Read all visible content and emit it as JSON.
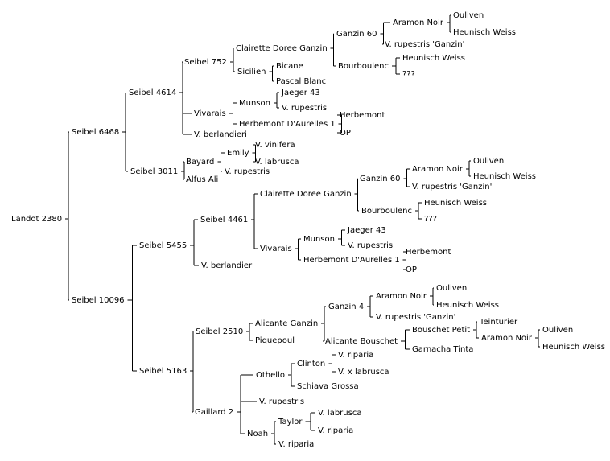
{
  "tree": {
    "label": "Landot 2380",
    "children": [
      {
        "label": "Seibel 6468",
        "children": [
          {
            "label": "Seibel 4614",
            "children": [
              {
                "label": "Seibel 752",
                "children": [
                  {
                    "label": "Clairette Doree Ganzin",
                    "children": [
                      {
                        "label": "Ganzin 60",
                        "children": [
                          {
                            "label": "Aramon Noir",
                            "children": [
                              {
                                "label": "Ouliven"
                              },
                              {
                                "label": "Heunisch Weiss"
                              }
                            ]
                          },
                          {
                            "label": "V. rupestris 'Ganzin'"
                          }
                        ]
                      },
                      {
                        "label": "Bourboulenc",
                        "children": [
                          {
                            "label": "Heunisch Weiss"
                          },
                          {
                            "label": "???"
                          }
                        ]
                      }
                    ]
                  },
                  {
                    "label": "Sicilien",
                    "children": [
                      {
                        "label": "Bicane"
                      },
                      {
                        "label": "Pascal Blanc"
                      }
                    ]
                  }
                ]
              },
              {
                "label": "Vivarais",
                "children": [
                  {
                    "label": "Munson",
                    "children": [
                      {
                        "label": "Jaeger 43"
                      },
                      {
                        "label": "V. rupestris"
                      }
                    ]
                  },
                  {
                    "label": "Herbemont D'Aurelles 1",
                    "children": [
                      {
                        "label": "Herbemont"
                      },
                      {
                        "label": "OP"
                      }
                    ]
                  }
                ]
              },
              {
                "label": "V. berlandieri"
              }
            ]
          },
          {
            "label": "Seibel 3011",
            "children": [
              {
                "label": "Bayard",
                "children": [
                  {
                    "label": "Emily",
                    "children": [
                      {
                        "label": "V. vinifera"
                      },
                      {
                        "label": "V. labrusca"
                      }
                    ]
                  },
                  {
                    "label": "V. rupestris"
                  }
                ]
              },
              {
                "label": "Alfus Ali"
              }
            ]
          }
        ]
      },
      {
        "label": "Seibel 10096",
        "children": [
          {
            "label": "Seibel 5455",
            "children": [
              {
                "label": "Seibel 4461",
                "children": [
                  {
                    "label": "Clairette Doree Ganzin",
                    "children": [
                      {
                        "label": "Ganzin 60",
                        "children": [
                          {
                            "label": "Aramon Noir",
                            "children": [
                              {
                                "label": "Ouliven"
                              },
                              {
                                "label": "Heunisch Weiss"
                              }
                            ]
                          },
                          {
                            "label": "V. rupestris 'Ganzin'"
                          }
                        ]
                      },
                      {
                        "label": "Bourboulenc",
                        "children": [
                          {
                            "label": "Heunisch Weiss"
                          },
                          {
                            "label": "???"
                          }
                        ]
                      }
                    ]
                  },
                  {
                    "label": "Vivarais",
                    "children": [
                      {
                        "label": "Munson",
                        "children": [
                          {
                            "label": "Jaeger 43"
                          },
                          {
                            "label": "V. rupestris"
                          }
                        ]
                      },
                      {
                        "label": "Herbemont D'Aurelles 1",
                        "children": [
                          {
                            "label": "Herbemont"
                          },
                          {
                            "label": "OP"
                          }
                        ]
                      }
                    ]
                  }
                ]
              },
              {
                "label": "V. berlandieri"
              }
            ]
          },
          {
            "label": "Seibel 5163",
            "children": [
              {
                "label": "Seibel 2510",
                "children": [
                  {
                    "label": "Alicante Ganzin",
                    "children": [
                      {
                        "label": "Ganzin 4",
                        "children": [
                          {
                            "label": "Aramon Noir",
                            "children": [
                              {
                                "label": "Ouliven"
                              },
                              {
                                "label": "Heunisch Weiss"
                              }
                            ]
                          },
                          {
                            "label": "V. rupestris 'Ganzin'"
                          }
                        ]
                      },
                      {
                        "label": "Alicante Bouschet",
                        "children": [
                          {
                            "label": "Bouschet Petit",
                            "children": [
                              {
                                "label": "Teinturier"
                              },
                              {
                                "label": "Aramon Noir",
                                "children": [
                                  {
                                    "label": "Ouliven"
                                  },
                                  {
                                    "label": "Heunisch Weiss"
                                  }
                                ]
                              }
                            ]
                          },
                          {
                            "label": "Garnacha Tinta"
                          }
                        ]
                      }
                    ]
                  },
                  {
                    "label": "Piquepoul"
                  }
                ]
              },
              {
                "label": "Gaillard 2",
                "children": [
                  {
                    "label": "Othello",
                    "children": [
                      {
                        "label": "Clinton",
                        "children": [
                          {
                            "label": "V. riparia"
                          },
                          {
                            "label": "V. x labrusca"
                          }
                        ]
                      },
                      {
                        "label": "Schiava Grossa"
                      }
                    ]
                  },
                  {
                    "label": "V. rupestris"
                  },
                  {
                    "label": "Noah",
                    "children": [
                      {
                        "label": "Taylor",
                        "children": [
                          {
                            "label": "V. labrusca"
                          },
                          {
                            "label": "V. riparia"
                          }
                        ]
                      },
                      {
                        "label": "V. riparia"
                      }
                    ]
                  }
                ]
              }
            ]
          }
        ]
      }
    ]
  }
}
